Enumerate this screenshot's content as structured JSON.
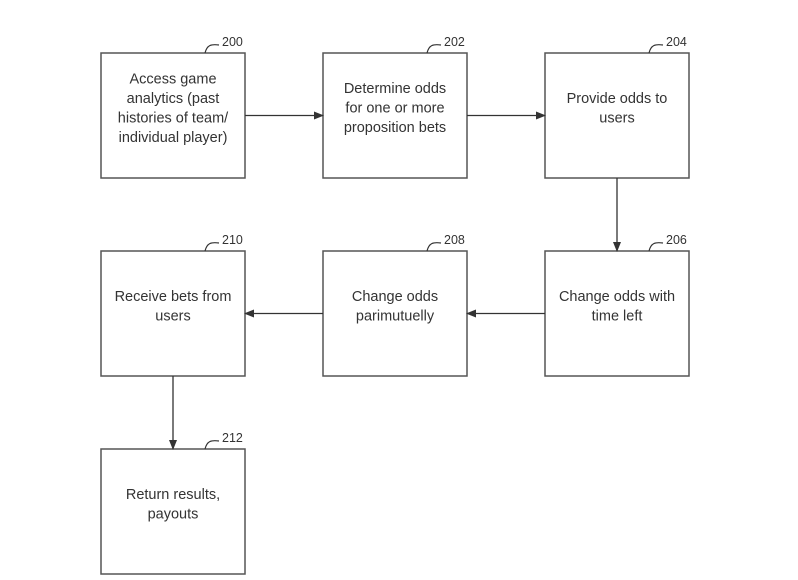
{
  "steps": [
    {
      "ref": "200",
      "lines": [
        "Access game",
        "analytics (past",
        "histories of team/",
        "individual player)"
      ]
    },
    {
      "ref": "202",
      "lines": [
        "Determine odds",
        "for one or more",
        "proposition bets"
      ]
    },
    {
      "ref": "204",
      "lines": [
        "Provide odds to",
        "users"
      ]
    },
    {
      "ref": "206",
      "lines": [
        "Change odds with",
        "time left"
      ]
    },
    {
      "ref": "208",
      "lines": [
        "Change odds",
        "parimutuelly"
      ]
    },
    {
      "ref": "210",
      "lines": [
        "Receive bets from",
        "users"
      ]
    },
    {
      "ref": "212",
      "lines": [
        "Return results,",
        "payouts"
      ]
    }
  ],
  "flow": [
    [
      "200",
      "202"
    ],
    [
      "202",
      "204"
    ],
    [
      "204",
      "206"
    ],
    [
      "206",
      "208"
    ],
    [
      "208",
      "210"
    ],
    [
      "210",
      "212"
    ]
  ]
}
